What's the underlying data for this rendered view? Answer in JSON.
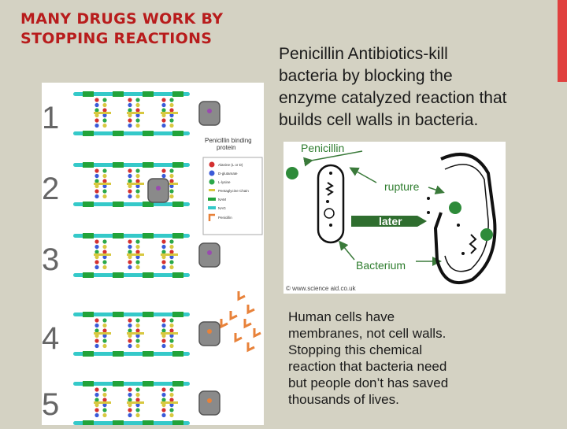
{
  "slide": {
    "title_lines": [
      "MANY DRUGS WORK BY",
      "STOPPING REACTIONS"
    ],
    "main_text_lines": [
      "Penicillin Antibiotics-kill",
      "bacteria by blocking the",
      "enzyme catalyzed reaction that",
      "builds cell walls in bacteria."
    ],
    "note_text_lines": [
      "Human cells have",
      "membranes, not cell walls.",
      "Stopping this chemical",
      "reaction that bacteria need",
      "but people don’t has saved",
      "thousands of lives."
    ]
  },
  "left_figure": {
    "step_numbers": [
      "1",
      "2",
      "3",
      "4",
      "5"
    ],
    "protein_label_lines": [
      "Penicillin binding",
      "protein"
    ],
    "legend": {
      "items": [
        "Alanine (L or D)",
        "D-glutamate",
        "L-lysine",
        "Pentaglycine Chain",
        "NAM",
        "NAG",
        "Penicillin"
      ]
    }
  },
  "right_figure": {
    "labels": {
      "penicillin": "Penicillin",
      "rupture": "rupture",
      "later": "later",
      "bacterium": "Bacterium",
      "credit": "© www.science aid.co.uk"
    }
  },
  "colors": {
    "title": "#b81c1c",
    "accent_bar": "#e0403e",
    "background": "#d4d2c3",
    "cyan_strand": "#35c9c9",
    "green_strand": "#22a33a",
    "penicillin_orange": "#e8823a",
    "dot_green": "#2e8b3a",
    "arrow_green": "#3a7a3a"
  }
}
